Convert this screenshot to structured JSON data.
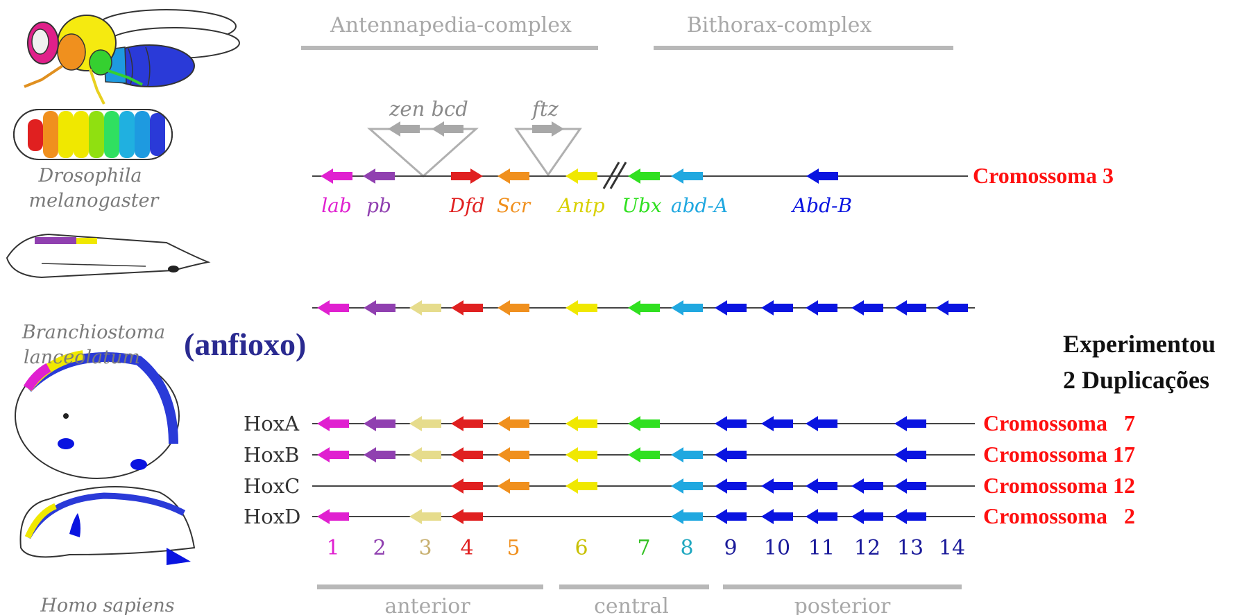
{
  "colors": {
    "lab": "#e020d0",
    "pb": "#9040b0",
    "hox3": "#e6dc8c",
    "dfd": "#e02020",
    "scr": "#f0901e",
    "antp": "#f0e800",
    "ubx": "#30e020",
    "abdA": "#20a8e0",
    "abdB": "#0a14e0",
    "chromosome_red": "#ff1010",
    "anfioxo": "#2a2a90",
    "grey_text": "#a8a8a8",
    "dark_grey": "#8a8a8a"
  },
  "complexes": {
    "antennapedia": "Antennapedia-complex",
    "bithorax": "Bithorax-complex"
  },
  "inserted_genes": {
    "zen_bcd": "zen bcd",
    "ftz": "ftz"
  },
  "species": {
    "drosophila_line1": "Drosophila",
    "drosophila_line2": "melanogaster",
    "branchiostoma_line1": "Branchiostoma",
    "branchiostoma_line2": "lanceolatum",
    "anfioxo": "(anfioxo)",
    "homo": "Homo sapiens"
  },
  "drosophila_genes": [
    {
      "name": "lab",
      "color": "#e020d0"
    },
    {
      "name": "pb",
      "color": "#9040b0"
    },
    {
      "name": "Dfd",
      "color": "#e02020"
    },
    {
      "name": "Scr",
      "color": "#f0901e"
    },
    {
      "name": "Antp",
      "color": "#d8d000"
    },
    {
      "name": "Ubx",
      "color": "#30e020"
    },
    {
      "name": "abd-A",
      "color": "#20a8e0"
    },
    {
      "name": "Abd-B",
      "color": "#0a14e0"
    }
  ],
  "chromosomes": {
    "drosophila": "Cromossoma 3",
    "hoxA": "Cromossoma   7",
    "hoxB": "Cromossoma 17",
    "hoxC": "Cromossoma 12",
    "hoxD": "Cromossoma   2"
  },
  "hox_clusters": [
    {
      "label": "HoxA",
      "genes": [
        1,
        2,
        3,
        4,
        5,
        6,
        7,
        9,
        10,
        11,
        13
      ]
    },
    {
      "label": "HoxB",
      "genes": [
        1,
        2,
        3,
        4,
        5,
        6,
        7,
        8,
        9,
        13
      ]
    },
    {
      "label": "HoxC",
      "genes": [
        4,
        5,
        6,
        8,
        9,
        10,
        11,
        12,
        13
      ]
    },
    {
      "label": "HoxD",
      "genes": [
        1,
        3,
        4,
        8,
        9,
        10,
        11,
        12,
        13
      ]
    }
  ],
  "amphioxus_genes": [
    1,
    2,
    3,
    4,
    5,
    6,
    7,
    8,
    9,
    10,
    11,
    12,
    13,
    14
  ],
  "paralog_numbers": [
    {
      "n": "1",
      "color": "#e020d0"
    },
    {
      "n": "2",
      "color": "#9040b0"
    },
    {
      "n": "3",
      "color": "#c8b070"
    },
    {
      "n": "4",
      "color": "#e02020"
    },
    {
      "n": "5",
      "color": "#f0901e"
    },
    {
      "n": "6",
      "color": "#c8c000"
    },
    {
      "n": "7",
      "color": "#30c020"
    },
    {
      "n": "8",
      "color": "#20a8c0"
    },
    {
      "n": "9",
      "color": "#1a1a9a"
    },
    {
      "n": "10",
      "color": "#1a1a9a"
    },
    {
      "n": "11",
      "color": "#1a1a9a"
    },
    {
      "n": "12",
      "color": "#1a1a9a"
    },
    {
      "n": "13",
      "color": "#1a1a9a"
    },
    {
      "n": "14",
      "color": "#1a1a9a"
    }
  ],
  "regions": {
    "anterior": "anterior",
    "central": "central",
    "posterior": "posterior"
  },
  "side_note": {
    "line1": "Experimentou",
    "line2": "2 Duplicações"
  }
}
